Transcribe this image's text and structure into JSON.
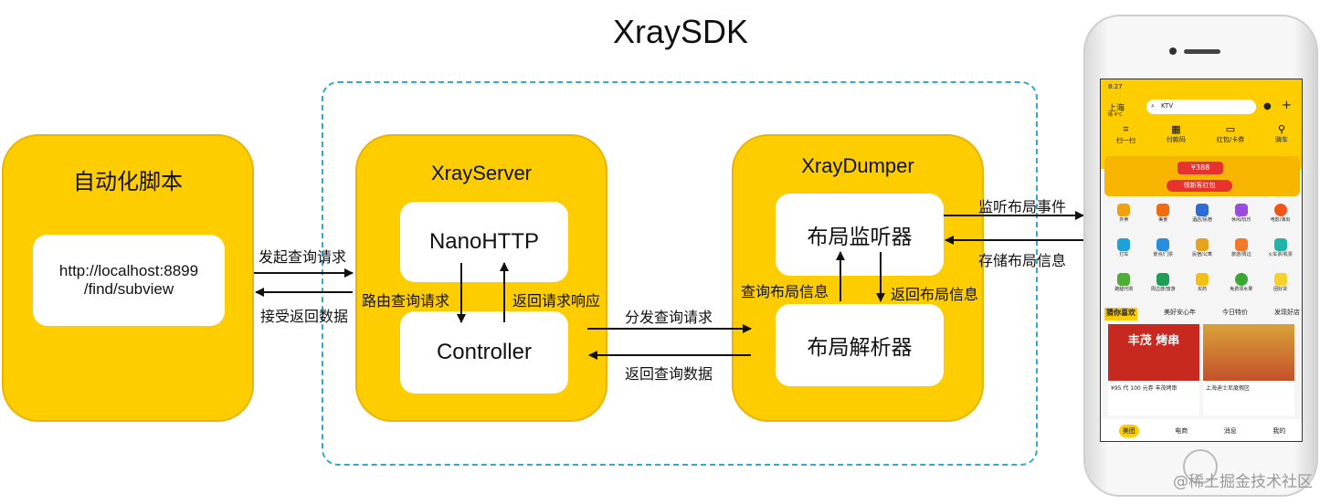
{
  "title": "XraySDK",
  "automation": {
    "title": "自动化脚本",
    "url_line1": "http://localhost:8899",
    "url_line2": "/find/subview"
  },
  "server": {
    "title": "XrayServer",
    "nano": "NanoHTTP",
    "controller": "Controller"
  },
  "dumper": {
    "title": "XrayDumper",
    "listener": "布局监听器",
    "parser": "布局解析器"
  },
  "labels": {
    "send_query": "发起查询请求",
    "receive_data": "接受返回数据",
    "route_query": "路由查询请求",
    "return_response": "返回请求响应",
    "dispatch_query": "分发查询请求",
    "return_query_data": "返回查询数据",
    "query_layout": "查询布局信息",
    "return_layout": "返回布局信息",
    "listen_events": "监听布局事件",
    "store_layout": "存储布局信息"
  },
  "phone": {
    "time": "8:27",
    "city": "上海",
    "temp": "晴 4°C",
    "search": "KTV",
    "quick": [
      "扫一扫",
      "付款码",
      "红包/卡券",
      "骑车"
    ],
    "banner_amount": "¥388",
    "banner_btn": "领新客红包",
    "grid": [
      "外卖",
      "美食",
      "酒店/民宿",
      "休闲/玩乐",
      "电影/演出",
      "打车",
      "景点/门票",
      "民宿/公寓",
      "旅游/周边",
      "火车票/机票",
      "跑腿代购",
      "周边游/旅游",
      "买药",
      "免费领水果",
      "团好货"
    ],
    "tabs": [
      "猜你喜欢",
      "美好安心年",
      "今日特价",
      "发现好店"
    ],
    "card1_title": "丰茂 烤串",
    "card1_desc": "¥95 代 100 元券 丰茂烤串",
    "card2_desc": "上海迪士尼度假区",
    "bottom": [
      "美团",
      "电商",
      "消息",
      "我的"
    ]
  },
  "watermark": "@稀土掘金技术社区"
}
